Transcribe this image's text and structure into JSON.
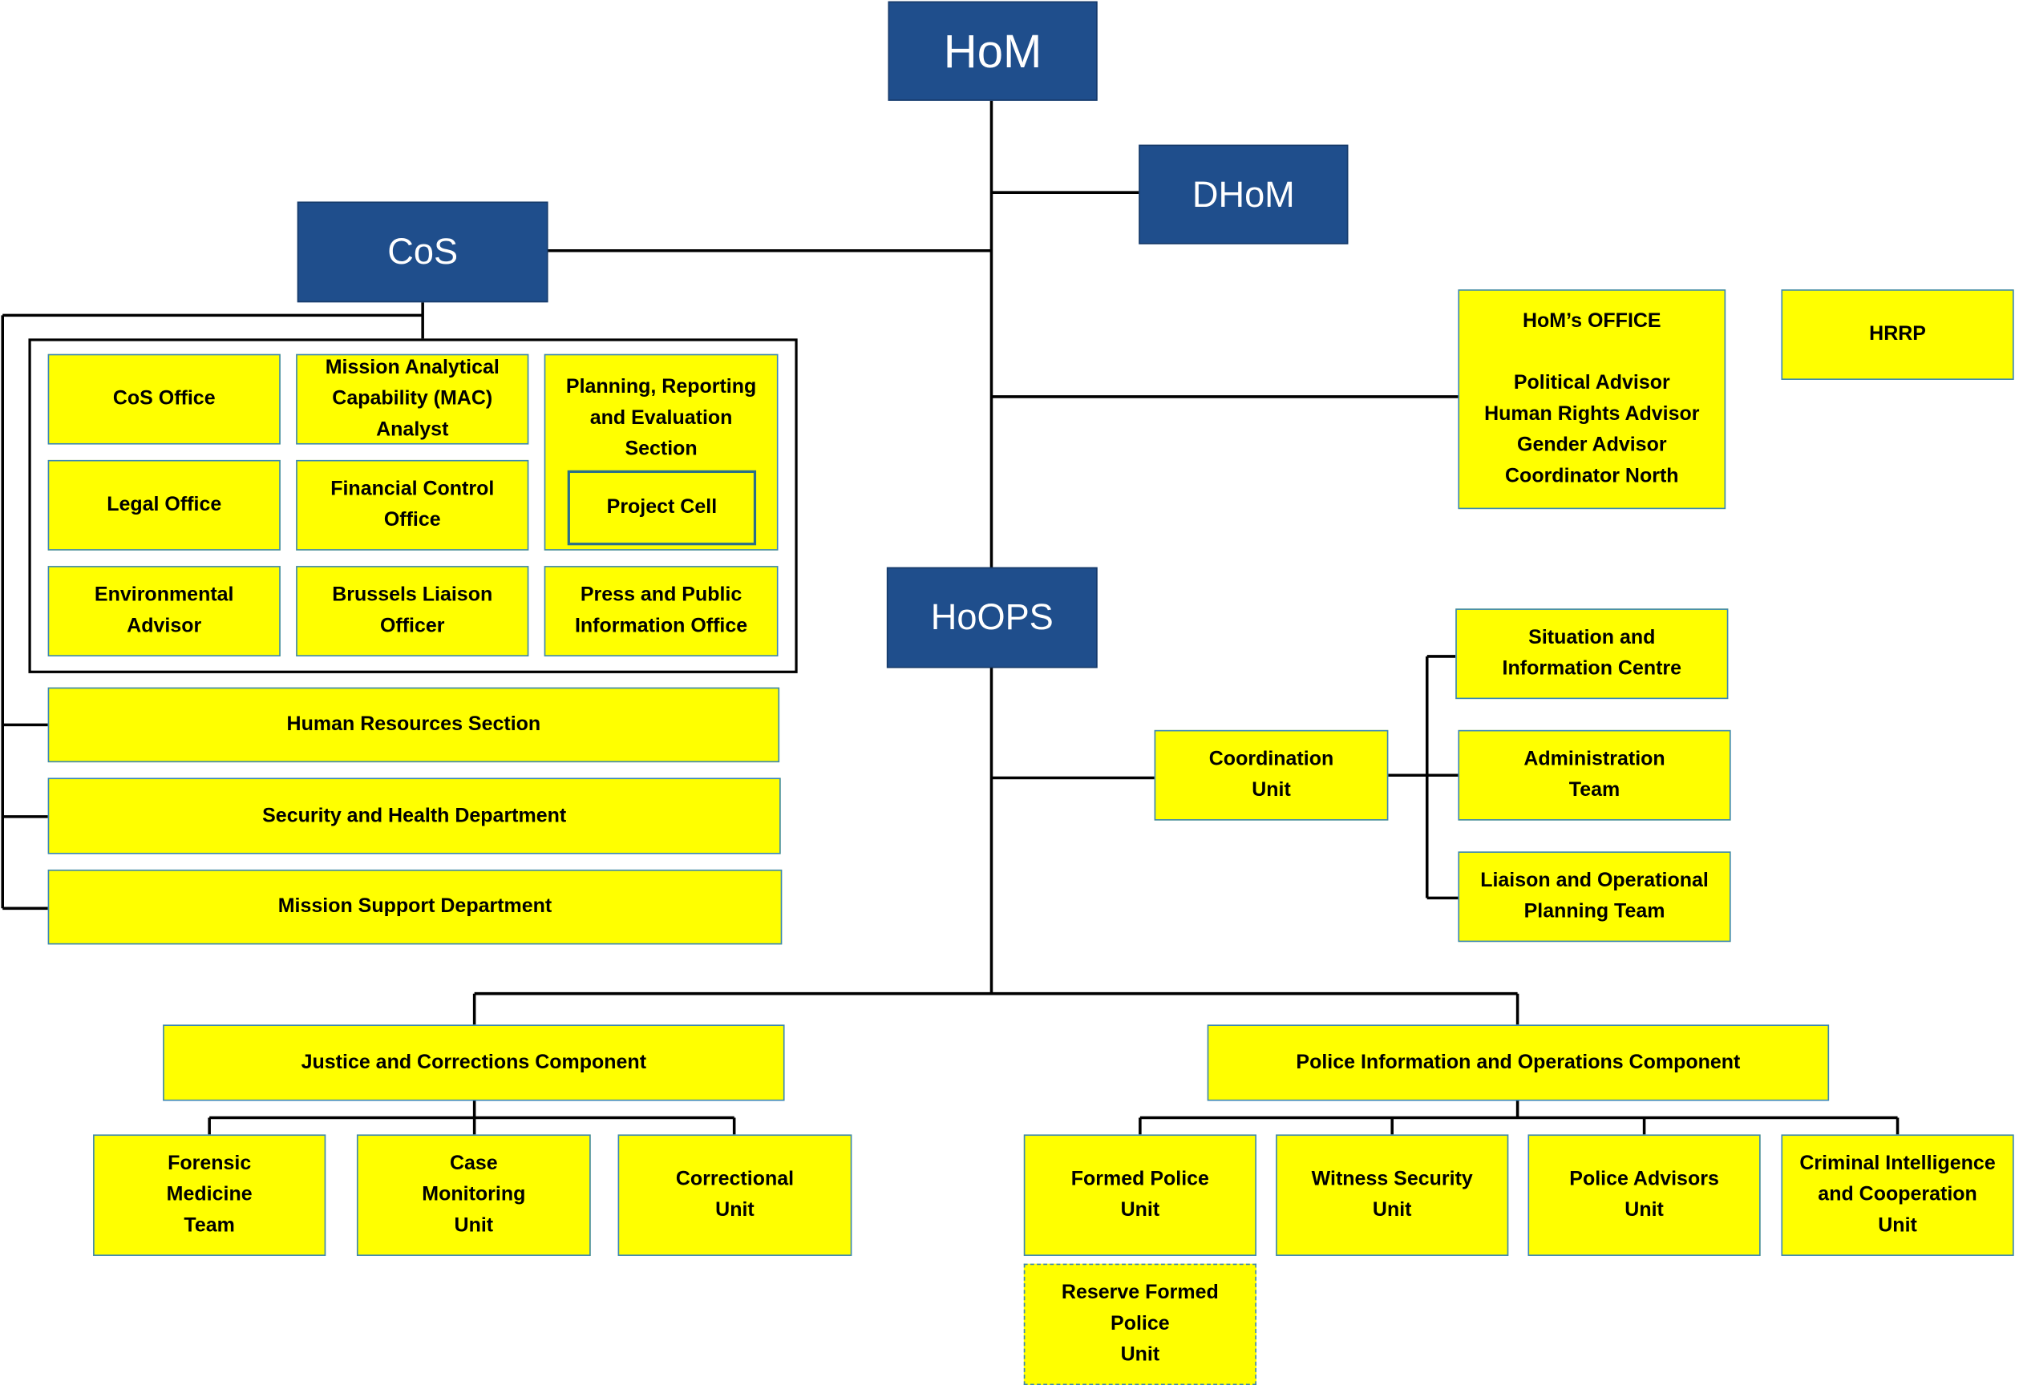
{
  "colors": {
    "unit_fill": "#ffff00",
    "unit_border": "#3a86b8",
    "leader_fill": "#1f4e8c",
    "leader_text": "#ffffff",
    "connector": "#000000"
  },
  "leaders": {
    "hom": "HoM",
    "dhom": "DHoM",
    "cos": "CoS",
    "hoops": "HoOPS"
  },
  "cos_units": {
    "cos_office": "CoS Office",
    "mac": "Mission Analytical\nCapability (MAC)\nAnalyst",
    "pres": "Planning, Reporting\nand Evaluation\nSection",
    "project_cell": "Project Cell",
    "legal": "Legal Office",
    "financial": "Financial Control\nOffice",
    "environmental": "Environmental\nAdvisor",
    "brussels": "Brussels Liaison\nOfficer",
    "press": "Press and Public\nInformation Office",
    "hr": "Human Resources Section",
    "security": "Security and Health Department",
    "mission_support": "Mission Support Department"
  },
  "hom_units": {
    "hom_office": "HoM’s OFFICE\n\nPolitical Advisor\nHuman Rights Advisor\nGender Advisor\nCoordinator North",
    "hrrp": "HRRP"
  },
  "hoops_units": {
    "coordination": "Coordination\nUnit",
    "situation": "Situation and\nInformation Centre",
    "administration": "Administration\nTeam",
    "liaison": "Liaison and Operational\nPlanning Team",
    "justice": "Justice and Corrections Component",
    "police_info": "Police Information and Operations Component",
    "forensic": "Forensic\nMedicine\nTeam",
    "case": "Case\nMonitoring\nUnit",
    "correctional": "Correctional\nUnit",
    "formed_police": "Formed Police\nUnit",
    "witness": "Witness Security\nUnit",
    "police_advisors": "Police Advisors\nUnit",
    "criminal": "Criminal Intelligence\nand Cooperation\nUnit",
    "reserve": "Reserve Formed\nPolice\nUnit"
  }
}
